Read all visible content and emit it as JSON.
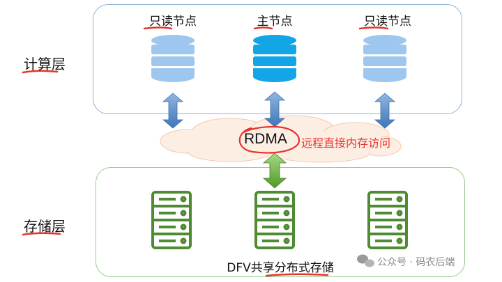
{
  "compute_layer": {
    "label": "计算层",
    "nodes": [
      {
        "label": "只读节点",
        "role": "read-only"
      },
      {
        "label": "主节点",
        "role": "primary"
      },
      {
        "label": "只读节点",
        "role": "read-only"
      }
    ]
  },
  "network": {
    "label": "RDMA",
    "annotation": "远程直接内存访问"
  },
  "storage_layer": {
    "label": "存储层",
    "storage_label": "DFV共享分布式存储"
  },
  "watermark": {
    "text": "公众号 · 码农后端"
  },
  "colors": {
    "compute_border": "#8fb2d6",
    "storage_border": "#98c98e",
    "db_readonly": "#9ec7ef",
    "db_primary": "#12a6e6",
    "server": "#4f8b32",
    "arrow_blue": "#4f86c6",
    "arrow_green": "#5ea22f",
    "highlight_red": "#e8332c",
    "cloud_fill": "#fdeee4"
  }
}
